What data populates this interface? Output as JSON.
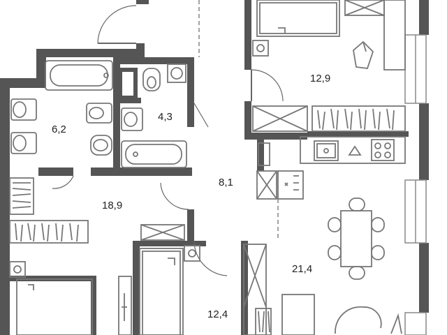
{
  "floor_plan": {
    "rooms": [
      {
        "id": "bathroom-left",
        "area": "6,2"
      },
      {
        "id": "bathroom-right",
        "area": "4,3"
      },
      {
        "id": "bedroom-top",
        "area": "12,9"
      },
      {
        "id": "hallway",
        "area": "8,1"
      },
      {
        "id": "corridor-wardrobe",
        "area": "18,9"
      },
      {
        "id": "kitchen-living",
        "area": "21,4"
      },
      {
        "id": "bedroom-bottom",
        "area": "12,4"
      }
    ],
    "colors": {
      "wall": "#555555",
      "fixture": "#777777",
      "background": "#ffffff",
      "text": "#222222"
    }
  }
}
